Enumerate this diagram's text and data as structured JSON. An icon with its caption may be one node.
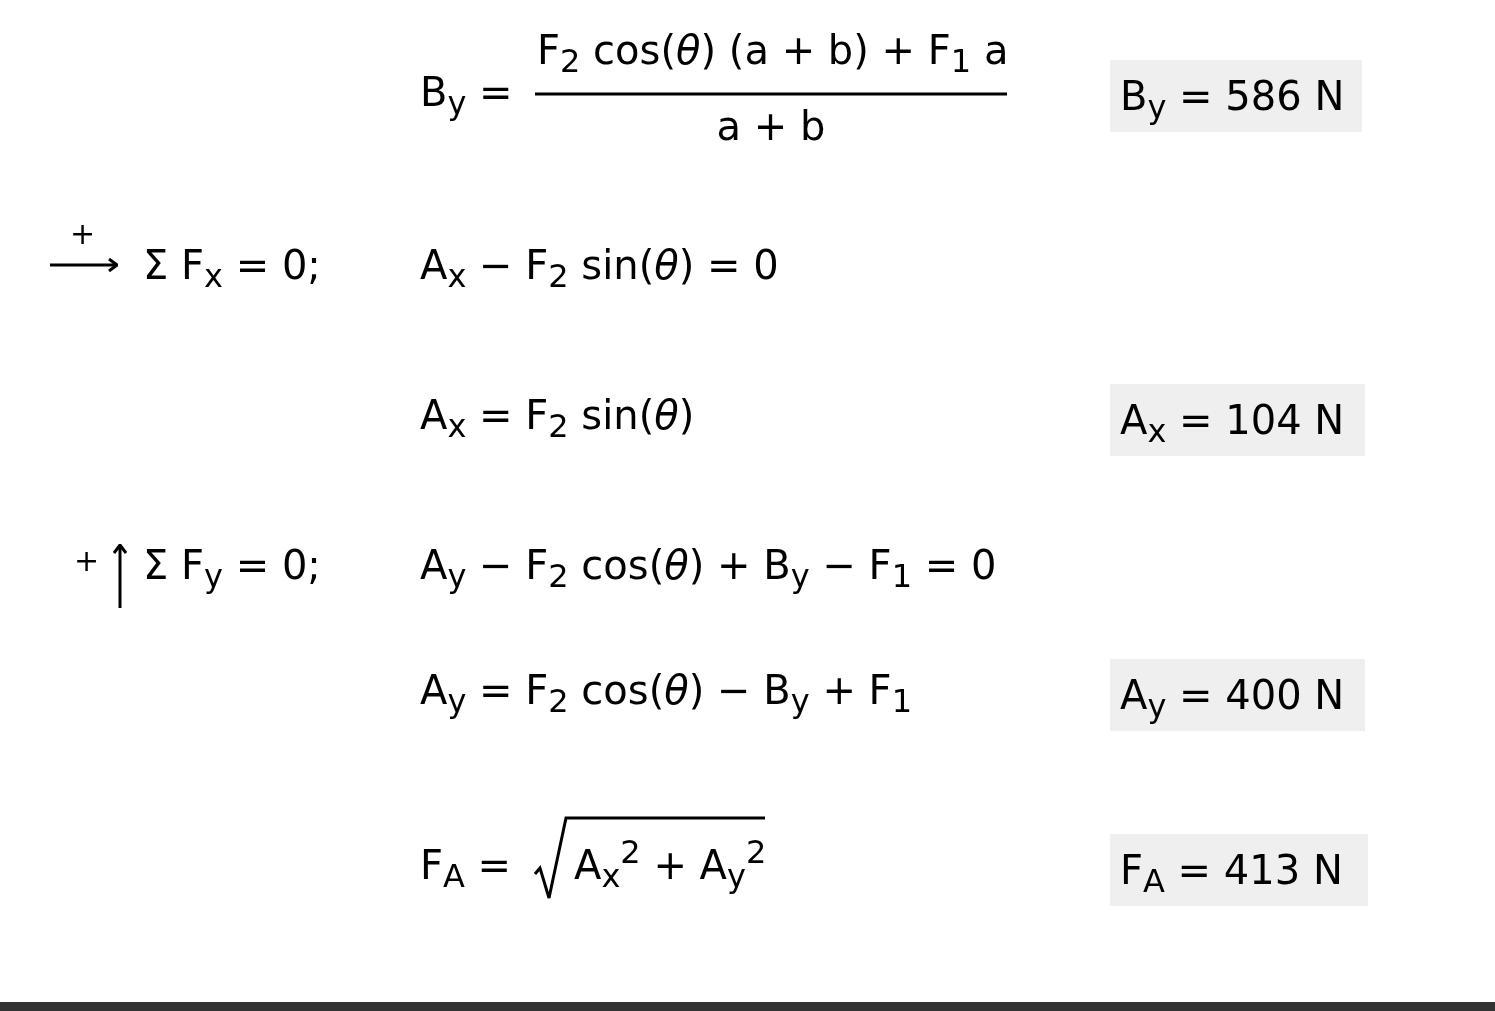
{
  "diagram": {
    "nodes": [
      {
        "text": [
          "B$_{y}$ = 586 N"
        ]
      },
      {
        "text": [
          "A$_{x}$ = 104 N"
        ]
      },
      {
        "text": [
          "A$_{y}$ = 400 N"
        ]
      },
      {
        "text": [
          "F$_{A}$ = 413 N"
        ]
      }
    ],
    "labels": [
      "B$_{y}$ =",
      "F$_{2}$ cos(*θ*) (a + b) + F$_{1}$ a",
      "a + b",
      "+",
      "Σ F$_{x}$ = 0;",
      "A$_{x}$ − F$_{2}$ sin(*θ*) = 0",
      "A$_{x}$ = F$_{2}$ sin(*θ*)",
      "+",
      "Σ F$_{y}$ = 0;",
      "A$_{y}$ − F$_{2}$ cos(*θ*) + B$_{y}$ − F$_{1}$ = 0",
      "A$_{y}$ = F$_{2}$ cos(*θ*) − B$_{y}$ + F$_{1}$",
      "F$_{A}$ =",
      "A$_{x}$$^{2}$ + A$_{y}$$^{2}$"
    ]
  }
}
